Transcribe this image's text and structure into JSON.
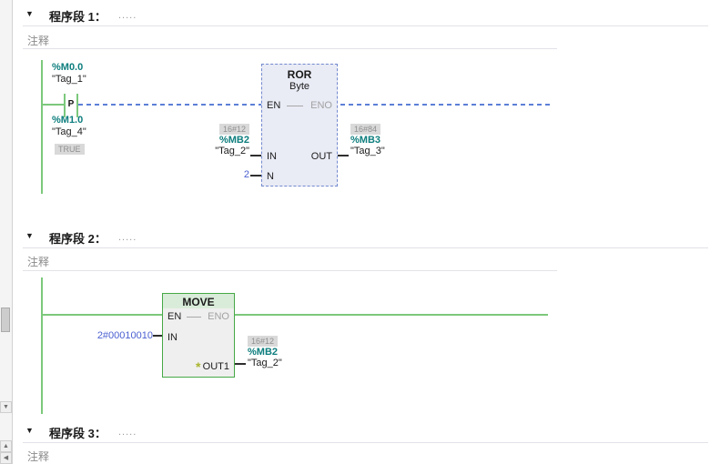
{
  "icons": {
    "collapse": "▼",
    "scroll_up": "▲",
    "scroll_down": "▼",
    "scroll_left": "◀",
    "insert_output_star": "*"
  },
  "networks": [
    {
      "title": "程序段 1：",
      "dots": ".....",
      "comment": "注释"
    },
    {
      "title": "程序段 2：",
      "dots": ".....",
      "comment": "注释"
    },
    {
      "title": "程序段 3：",
      "dots": ".....",
      "comment": "注释"
    }
  ],
  "network1": {
    "contact": {
      "address": "%M0.0",
      "name": "\"Tag_1\"",
      "type": "P",
      "edge_address": "%M1.0",
      "edge_name": "\"Tag_4\"",
      "edge_value": "TRUE"
    },
    "block": {
      "title": "ROR",
      "subtitle": "Byte",
      "pins": {
        "en": "EN",
        "eno": "ENO",
        "in": "IN",
        "n": "N",
        "out": "OUT"
      },
      "in": {
        "monitor": "16#12",
        "address": "%MB2",
        "name": "\"Tag_2\""
      },
      "n": {
        "value": "2"
      },
      "out": {
        "monitor": "16#84",
        "address": "%MB3",
        "name": "\"Tag_3\""
      }
    }
  },
  "network2": {
    "block": {
      "title": "MOVE",
      "pins": {
        "en": "EN",
        "eno": "ENO",
        "in": "IN",
        "out1": "OUT1"
      },
      "in": {
        "value": "2#00010010"
      },
      "out1": {
        "monitor": "16#12",
        "address": "%MB2",
        "name": "\"Tag_2\""
      }
    }
  },
  "colors": {
    "rail_green": "#7cc87c",
    "tag_teal": "#0d7d7d",
    "constant_blue": "#4a5fd0",
    "selection_blue": "#5b7fd6",
    "monitor_badge_bg": "#d9d9d9",
    "monitor_badge_text": "#8f8f8f",
    "move_block_border": "#46a846"
  }
}
